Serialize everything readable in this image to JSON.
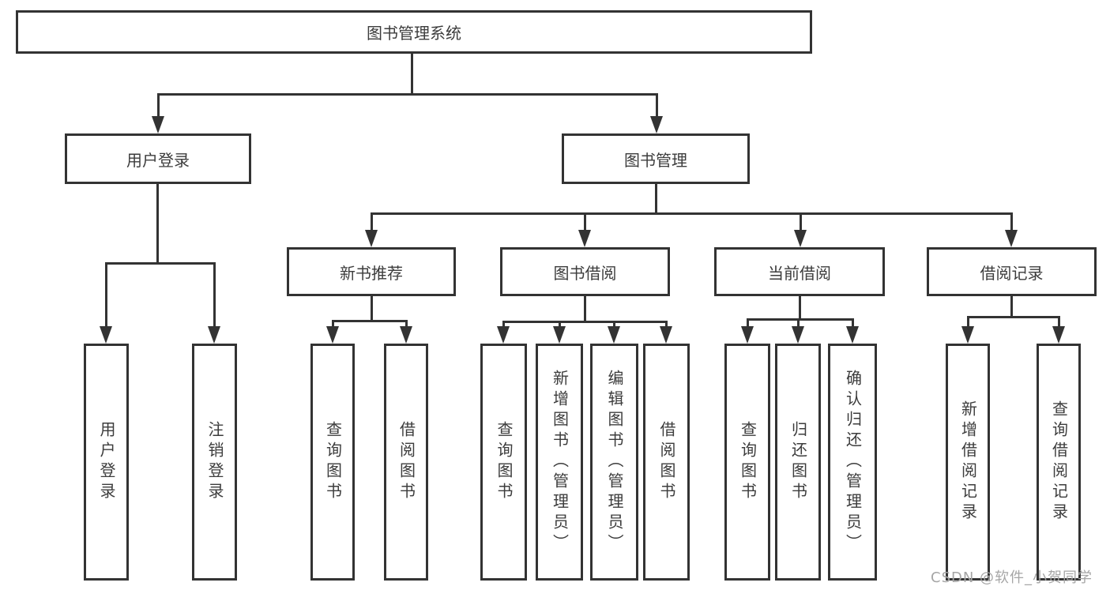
{
  "diagram_title": "图书管理系统",
  "watermark": "CSDN @软件_小贺同学",
  "colors": {
    "line": "#333333",
    "box_border": "#333333",
    "box_fill": "#ffffff",
    "text": "#3c3c3c",
    "watermark": "#a6a6a6"
  },
  "tree": {
    "label": "图书管理系统",
    "children": [
      {
        "label": "用户登录",
        "children": [
          {
            "label": "用户登录"
          },
          {
            "label": "注销登录"
          }
        ]
      },
      {
        "label": "图书管理",
        "children": [
          {
            "label": "新书推荐",
            "children": [
              {
                "label": "查询图书"
              },
              {
                "label": "借阅图书"
              }
            ]
          },
          {
            "label": "图书借阅",
            "children": [
              {
                "label": "查询图书"
              },
              {
                "label": "新增图书（管理员）"
              },
              {
                "label": "编辑图书（管理员）"
              },
              {
                "label": "借阅图书"
              }
            ]
          },
          {
            "label": "当前借阅",
            "children": [
              {
                "label": "查询图书"
              },
              {
                "label": "归还图书"
              },
              {
                "label": "确认归还（管理员）"
              }
            ]
          },
          {
            "label": "借阅记录",
            "children": [
              {
                "label": "新增借阅记录"
              },
              {
                "label": "查询借阅记录"
              }
            ]
          }
        ]
      }
    ]
  }
}
